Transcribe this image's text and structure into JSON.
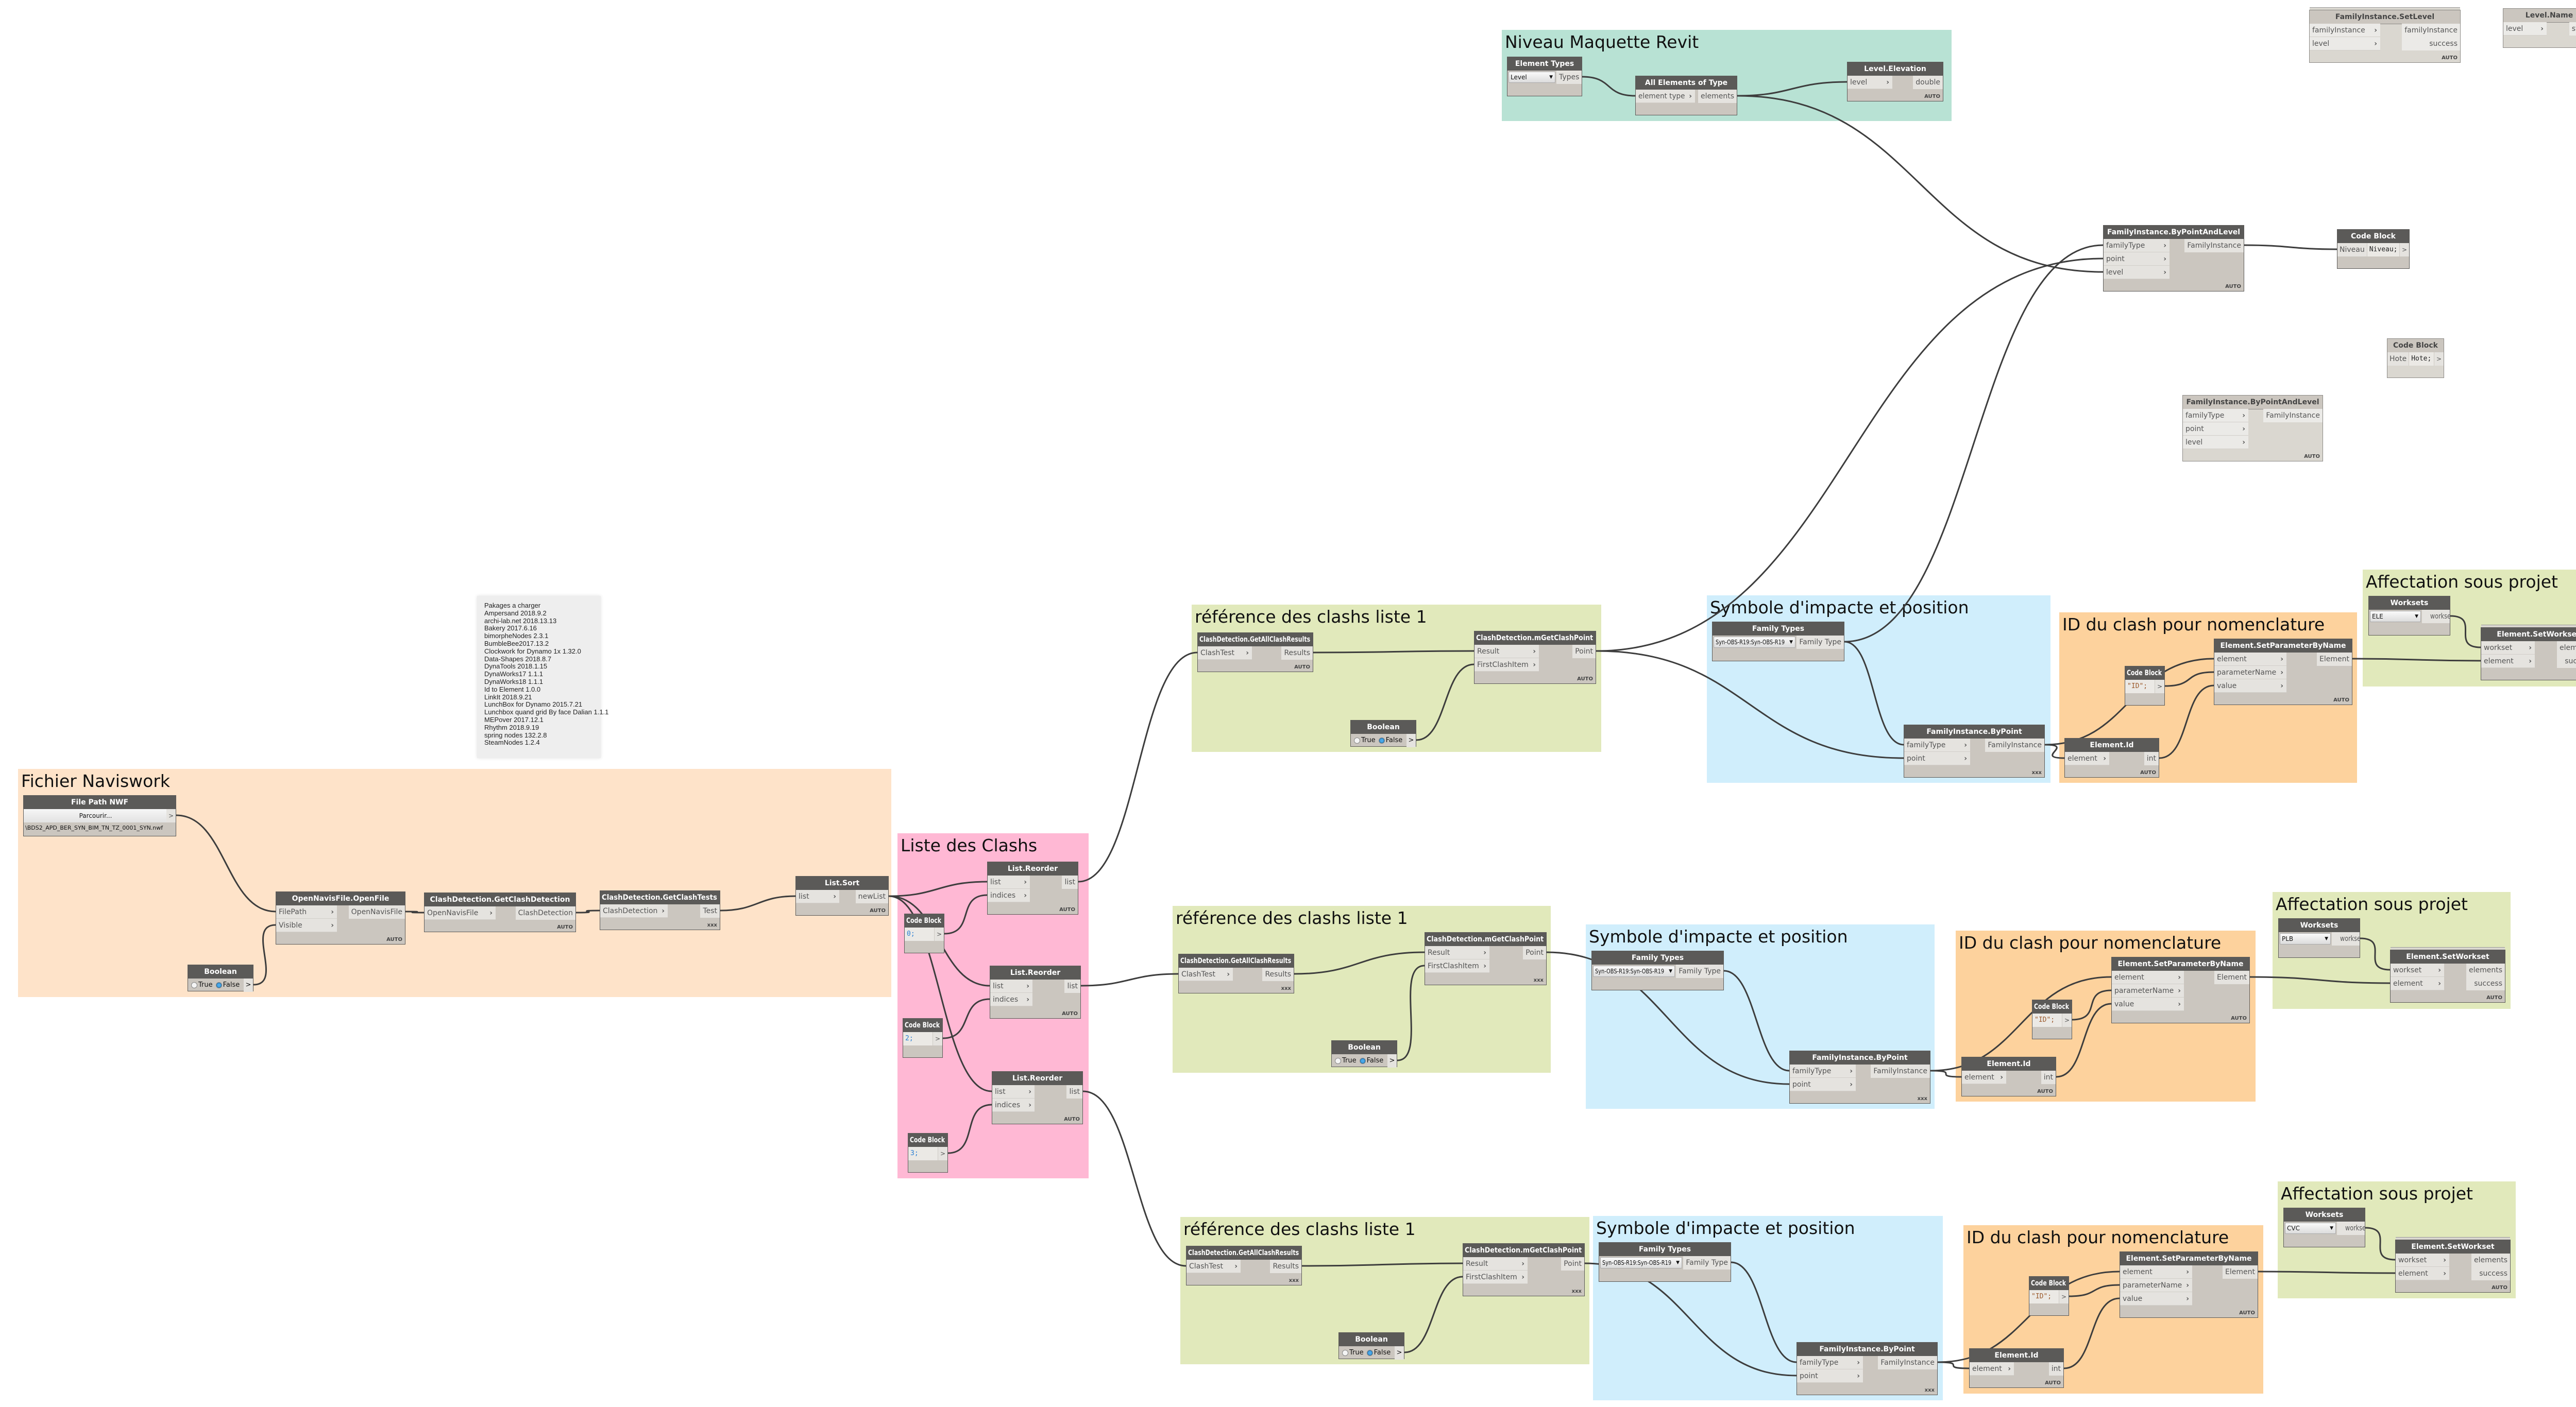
{
  "colors": {
    "wire": "#3d3d3d",
    "node_header": "#5b5a58",
    "node_body": "#cbc6bf"
  },
  "groups": [
    {
      "id": "g_niveau",
      "title": "Niveau Maquette Revit",
      "color": "#b8e2d4"
    },
    {
      "id": "g_navis",
      "title": "Fichier Naviswork",
      "color": "#fee3c9"
    },
    {
      "id": "g_liste",
      "title": "Liste des Clashs",
      "color": "#ffb8d4"
    },
    {
      "id": "g_ref1",
      "title": "référence des clashs liste 1",
      "color": "#e1e9bb"
    },
    {
      "id": "g_sym1",
      "title": "Symbole d'impacte et position",
      "color": "#d0eefc"
    },
    {
      "id": "g_id1",
      "title": "ID du clash pour nomenclature",
      "color": "#fdd29d"
    },
    {
      "id": "g_aff1",
      "title": "Affectation sous projet",
      "color": "#e1e9bb"
    },
    {
      "id": "g_ref2",
      "title": "référence des clashs liste 1",
      "color": "#e1e9bb"
    },
    {
      "id": "g_sym2",
      "title": "Symbole d'impacte et position",
      "color": "#d0eefc"
    },
    {
      "id": "g_id2",
      "title": "ID du clash pour nomenclature",
      "color": "#fdd29d"
    },
    {
      "id": "g_aff2",
      "title": "Affectation sous projet",
      "color": "#e1e9bb"
    },
    {
      "id": "g_ref3",
      "title": "référence des clashs liste 1",
      "color": "#e1e9bb"
    },
    {
      "id": "g_sym3",
      "title": "Symbole d'impacte et position",
      "color": "#d0eefc"
    },
    {
      "id": "g_id3",
      "title": "ID du clash pour nomenclature",
      "color": "#fdd29d"
    },
    {
      "id": "g_aff3",
      "title": "Affectation sous projet",
      "color": "#e1e9bb"
    }
  ],
  "note": {
    "lines": [
      "Pakages a charger",
      "Ampersand  2018.9.2",
      "archi-lab.net  2018.13.13",
      "Bakery 2017.6.16",
      "bimorpheNodes 2.3.1",
      "BumbleBee2017.13.2",
      "Clockwork for Dynamo 1x  1.32.0",
      "Data-Shapes 2018.8.7",
      "DynaTools 2018.1.15",
      "DynaWorks17 1.1.1",
      "DynaWorks18 1.1.1",
      "Id to Element 1.0.0",
      "LinkIt 2018.9.21",
      "LunchBox for Dynamo  2015.7.21",
      "Lunchbox quand grid By face Dalian 1.1.1",
      "MEPover 2017.12.1",
      "Rhythm 2018.9.19",
      "spring nodes  132.2.8",
      "SteamNodes 1.2.4"
    ]
  },
  "nodes": [
    {
      "id": "n_elemtypes",
      "kind": "dropdown",
      "title": "Element Types",
      "value": "Level",
      "outputs": [
        "Types"
      ]
    },
    {
      "id": "n_allelem",
      "kind": "fn",
      "title": "All Elements of Type",
      "inputs": [
        "element type"
      ],
      "outputs": [
        "elements"
      ],
      "footer": ""
    },
    {
      "id": "n_levelelev",
      "kind": "fn",
      "title": "Level.Elevation",
      "inputs": [
        "level"
      ],
      "outputs": [
        "double"
      ],
      "footer": "AUTO"
    },
    {
      "id": "n_setlevel",
      "kind": "fn",
      "title": "FamilyInstance.SetLevel",
      "inputs": [
        "familyInstance",
        "level"
      ],
      "outputs": [
        "familyInstance",
        "success"
      ],
      "footer": "AUTO",
      "inactive": true,
      "stacked": true
    },
    {
      "id": "n_levelname",
      "kind": "fn",
      "title": "Level.Name",
      "inputs": [
        "level"
      ],
      "outputs": [
        "string"
      ],
      "footer": "AUTO",
      "inactive": true
    },
    {
      "id": "n_fibpal",
      "kind": "fn",
      "title": "FamilyInstance.ByPointAndLevel",
      "inputs": [
        "familyType",
        "point",
        "level"
      ],
      "outputs": [
        "FamilyInstance"
      ],
      "footer": "AUTO"
    },
    {
      "id": "n_cb_niveau",
      "kind": "code",
      "title": "Code Block",
      "inputs": [
        "Niveau"
      ],
      "code": "Niveau;"
    },
    {
      "id": "n_cb_hote",
      "kind": "code",
      "title": "Code Block",
      "inputs": [
        "Hote"
      ],
      "code": "Hote;",
      "inactive": true
    },
    {
      "id": "n_fibpal2",
      "kind": "fn",
      "title": "FamilyInstance.ByPointAndLevel",
      "inputs": [
        "familyType",
        "point",
        "level"
      ],
      "outputs": [
        "FamilyInstance"
      ],
      "footer": "AUTO",
      "inactive": true
    },
    {
      "id": "n_filepath",
      "kind": "filepath",
      "title": "File Path NWF",
      "button": "Parcourir...",
      "path": "\\BDS2_APD_BER_SYN_BIM_TN_TZ_0001_SYN.nwf"
    },
    {
      "id": "n_openfile",
      "kind": "fn",
      "title": "OpenNavisFile.OpenFile",
      "inputs": [
        "FilePath",
        "Visible"
      ],
      "outputs": [
        "OpenNavisFile"
      ],
      "footer": "AUTO"
    },
    {
      "id": "n_getcd",
      "kind": "fn",
      "title": "ClashDetection.GetClashDetection",
      "inputs": [
        "OpenNavisFile"
      ],
      "outputs": [
        "ClashDetection"
      ],
      "footer": "AUTO"
    },
    {
      "id": "n_getct",
      "kind": "fn",
      "title": "ClashDetection.GetClashTests",
      "inputs": [
        "ClashDetection"
      ],
      "outputs": [
        "Test"
      ],
      "footer": "xxx"
    },
    {
      "id": "n_bool0",
      "kind": "boolean",
      "title": "Boolean",
      "options": [
        "True",
        "False"
      ],
      "selected": "False"
    },
    {
      "id": "n_listsort",
      "kind": "fn",
      "title": "List.Sort",
      "inputs": [
        "list"
      ],
      "outputs": [
        "newList"
      ],
      "footer": "AUTO"
    },
    {
      "id": "n_lr1",
      "kind": "fn",
      "title": "List.Reorder",
      "inputs": [
        "list",
        "indices"
      ],
      "outputs": [
        "list"
      ],
      "footer": "AUTO"
    },
    {
      "id": "n_cb0",
      "kind": "code",
      "title": "Code Block",
      "inputs": [],
      "code": "0;"
    },
    {
      "id": "n_lr2",
      "kind": "fn",
      "title": "List.Reorder",
      "inputs": [
        "list",
        "indices"
      ],
      "outputs": [
        "list"
      ],
      "footer": "AUTO"
    },
    {
      "id": "n_cb2",
      "kind": "code",
      "title": "Code Block",
      "inputs": [],
      "code": "2;"
    },
    {
      "id": "n_lr3",
      "kind": "fn",
      "title": "List.Reorder",
      "inputs": [
        "list",
        "indices"
      ],
      "outputs": [
        "list"
      ],
      "footer": "AUTO"
    },
    {
      "id": "n_cb3",
      "kind": "code",
      "title": "Code Block",
      "inputs": [],
      "code": "3;"
    },
    {
      "id": "r1_gacr",
      "kind": "fn",
      "title": "ClashDetection.GetAllClashResults",
      "inputs": [
        "ClashTest"
      ],
      "outputs": [
        "Results"
      ],
      "footer": "AUTO"
    },
    {
      "id": "r1_mgcp",
      "kind": "fn",
      "title": "ClashDetection.mGetClashPoint",
      "inputs": [
        "Result",
        "FirstClashItem"
      ],
      "outputs": [
        "Point"
      ],
      "footer": "AUTO"
    },
    {
      "id": "r1_bool",
      "kind": "boolean",
      "title": "Boolean",
      "options": [
        "True",
        "False"
      ],
      "selected": "False"
    },
    {
      "id": "r1_ft",
      "kind": "dropdown",
      "title": "Family Types",
      "value": "Syn-OBS-R19:Syn-OBS-R19",
      "outputs": [
        "Family Type"
      ]
    },
    {
      "id": "r1_fibp",
      "kind": "fn",
      "title": "FamilyInstance.ByPoint",
      "inputs": [
        "familyType",
        "point"
      ],
      "outputs": [
        "FamilyInstance"
      ],
      "footer": "xxx"
    },
    {
      "id": "r1_setp",
      "kind": "fn",
      "title": "Element.SetParameterByName",
      "inputs": [
        "element",
        "parameterName",
        "value"
      ],
      "outputs": [
        "Element"
      ],
      "footer": "AUTO"
    },
    {
      "id": "r1_cb",
      "kind": "code",
      "title": "Code Block",
      "inputs": [],
      "code": "\"ID\";"
    },
    {
      "id": "r1_eid",
      "kind": "fn",
      "title": "Element.Id",
      "inputs": [
        "element"
      ],
      "outputs": [
        "int"
      ],
      "footer": "AUTO"
    },
    {
      "id": "r1_ws",
      "kind": "dropdown",
      "title": "Worksets",
      "value": "ELE",
      "outputs": [
        "workset"
      ]
    },
    {
      "id": "r1_sw",
      "kind": "fn",
      "title": "Element.SetWorkset",
      "inputs": [
        "workset",
        "element"
      ],
      "outputs": [
        "elements",
        "success"
      ],
      "footer": "|||",
      "stacked": true
    },
    {
      "id": "r2_gacr",
      "kind": "fn",
      "title": "ClashDetection.GetAllClashResults",
      "inputs": [
        "ClashTest"
      ],
      "outputs": [
        "Results"
      ],
      "footer": "xxx"
    },
    {
      "id": "r2_mgcp",
      "kind": "fn",
      "title": "ClashDetection.mGetClashPoint",
      "inputs": [
        "Result",
        "FirstClashItem"
      ],
      "outputs": [
        "Point"
      ],
      "footer": "xxx"
    },
    {
      "id": "r2_bool",
      "kind": "boolean",
      "title": "Boolean",
      "options": [
        "True",
        "False"
      ],
      "selected": "False"
    },
    {
      "id": "r2_ft",
      "kind": "dropdown",
      "title": "Family Types",
      "value": "Syn-OBS-R19:Syn-OBS-R19",
      "outputs": [
        "Family Type"
      ]
    },
    {
      "id": "r2_fibp",
      "kind": "fn",
      "title": "FamilyInstance.ByPoint",
      "inputs": [
        "familyType",
        "point"
      ],
      "outputs": [
        "FamilyInstance"
      ],
      "footer": "xxx"
    },
    {
      "id": "r2_setp",
      "kind": "fn",
      "title": "Element.SetParameterByName",
      "inputs": [
        "element",
        "parameterName",
        "value"
      ],
      "outputs": [
        "Element"
      ],
      "footer": "AUTO"
    },
    {
      "id": "r2_cb",
      "kind": "code",
      "title": "Code Block",
      "inputs": [],
      "code": "\"ID\";"
    },
    {
      "id": "r2_eid",
      "kind": "fn",
      "title": "Element.Id",
      "inputs": [
        "element"
      ],
      "outputs": [
        "int"
      ],
      "footer": "AUTO"
    },
    {
      "id": "r2_ws",
      "kind": "dropdown",
      "title": "Worksets",
      "value": "PLB",
      "outputs": [
        "workset"
      ]
    },
    {
      "id": "r2_sw",
      "kind": "fn",
      "title": "Element.SetWorkset",
      "inputs": [
        "workset",
        "element"
      ],
      "outputs": [
        "elements",
        "success"
      ],
      "footer": "AUTO",
      "stacked": true
    },
    {
      "id": "r3_gacr",
      "kind": "fn",
      "title": "ClashDetection.GetAllClashResults",
      "inputs": [
        "ClashTest"
      ],
      "outputs": [
        "Results"
      ],
      "footer": "xxx"
    },
    {
      "id": "r3_mgcp",
      "kind": "fn",
      "title": "ClashDetection.mGetClashPoint",
      "inputs": [
        "Result",
        "FirstClashItem"
      ],
      "outputs": [
        "Point"
      ],
      "footer": "xxx"
    },
    {
      "id": "r3_bool",
      "kind": "boolean",
      "title": "Boolean",
      "options": [
        "True",
        "False"
      ],
      "selected": "False"
    },
    {
      "id": "r3_ft",
      "kind": "dropdown",
      "title": "Family Types",
      "value": "Syn-OBS-R19:Syn-OBS-R19",
      "outputs": [
        "Family Type"
      ]
    },
    {
      "id": "r3_fibp",
      "kind": "fn",
      "title": "FamilyInstance.ByPoint",
      "inputs": [
        "familyType",
        "point"
      ],
      "outputs": [
        "FamilyInstance"
      ],
      "footer": "xxx"
    },
    {
      "id": "r3_setp",
      "kind": "fn",
      "title": "Element.SetParameterByName",
      "inputs": [
        "element",
        "parameterName",
        "value"
      ],
      "outputs": [
        "Element"
      ],
      "footer": "AUTO"
    },
    {
      "id": "r3_cb",
      "kind": "code",
      "title": "Code Block",
      "inputs": [],
      "code": "\"ID\";"
    },
    {
      "id": "r3_eid",
      "kind": "fn",
      "title": "Element.Id",
      "inputs": [
        "element"
      ],
      "outputs": [
        "int"
      ],
      "footer": "AUTO"
    },
    {
      "id": "r3_ws",
      "kind": "dropdown",
      "title": "Worksets",
      "value": "CVC",
      "outputs": [
        "workset"
      ]
    },
    {
      "id": "r3_sw",
      "kind": "fn",
      "title": "Element.SetWorkset",
      "inputs": [
        "workset",
        "element"
      ],
      "outputs": [
        "elements",
        "success"
      ],
      "footer": "AUTO",
      "stacked": true
    }
  ]
}
